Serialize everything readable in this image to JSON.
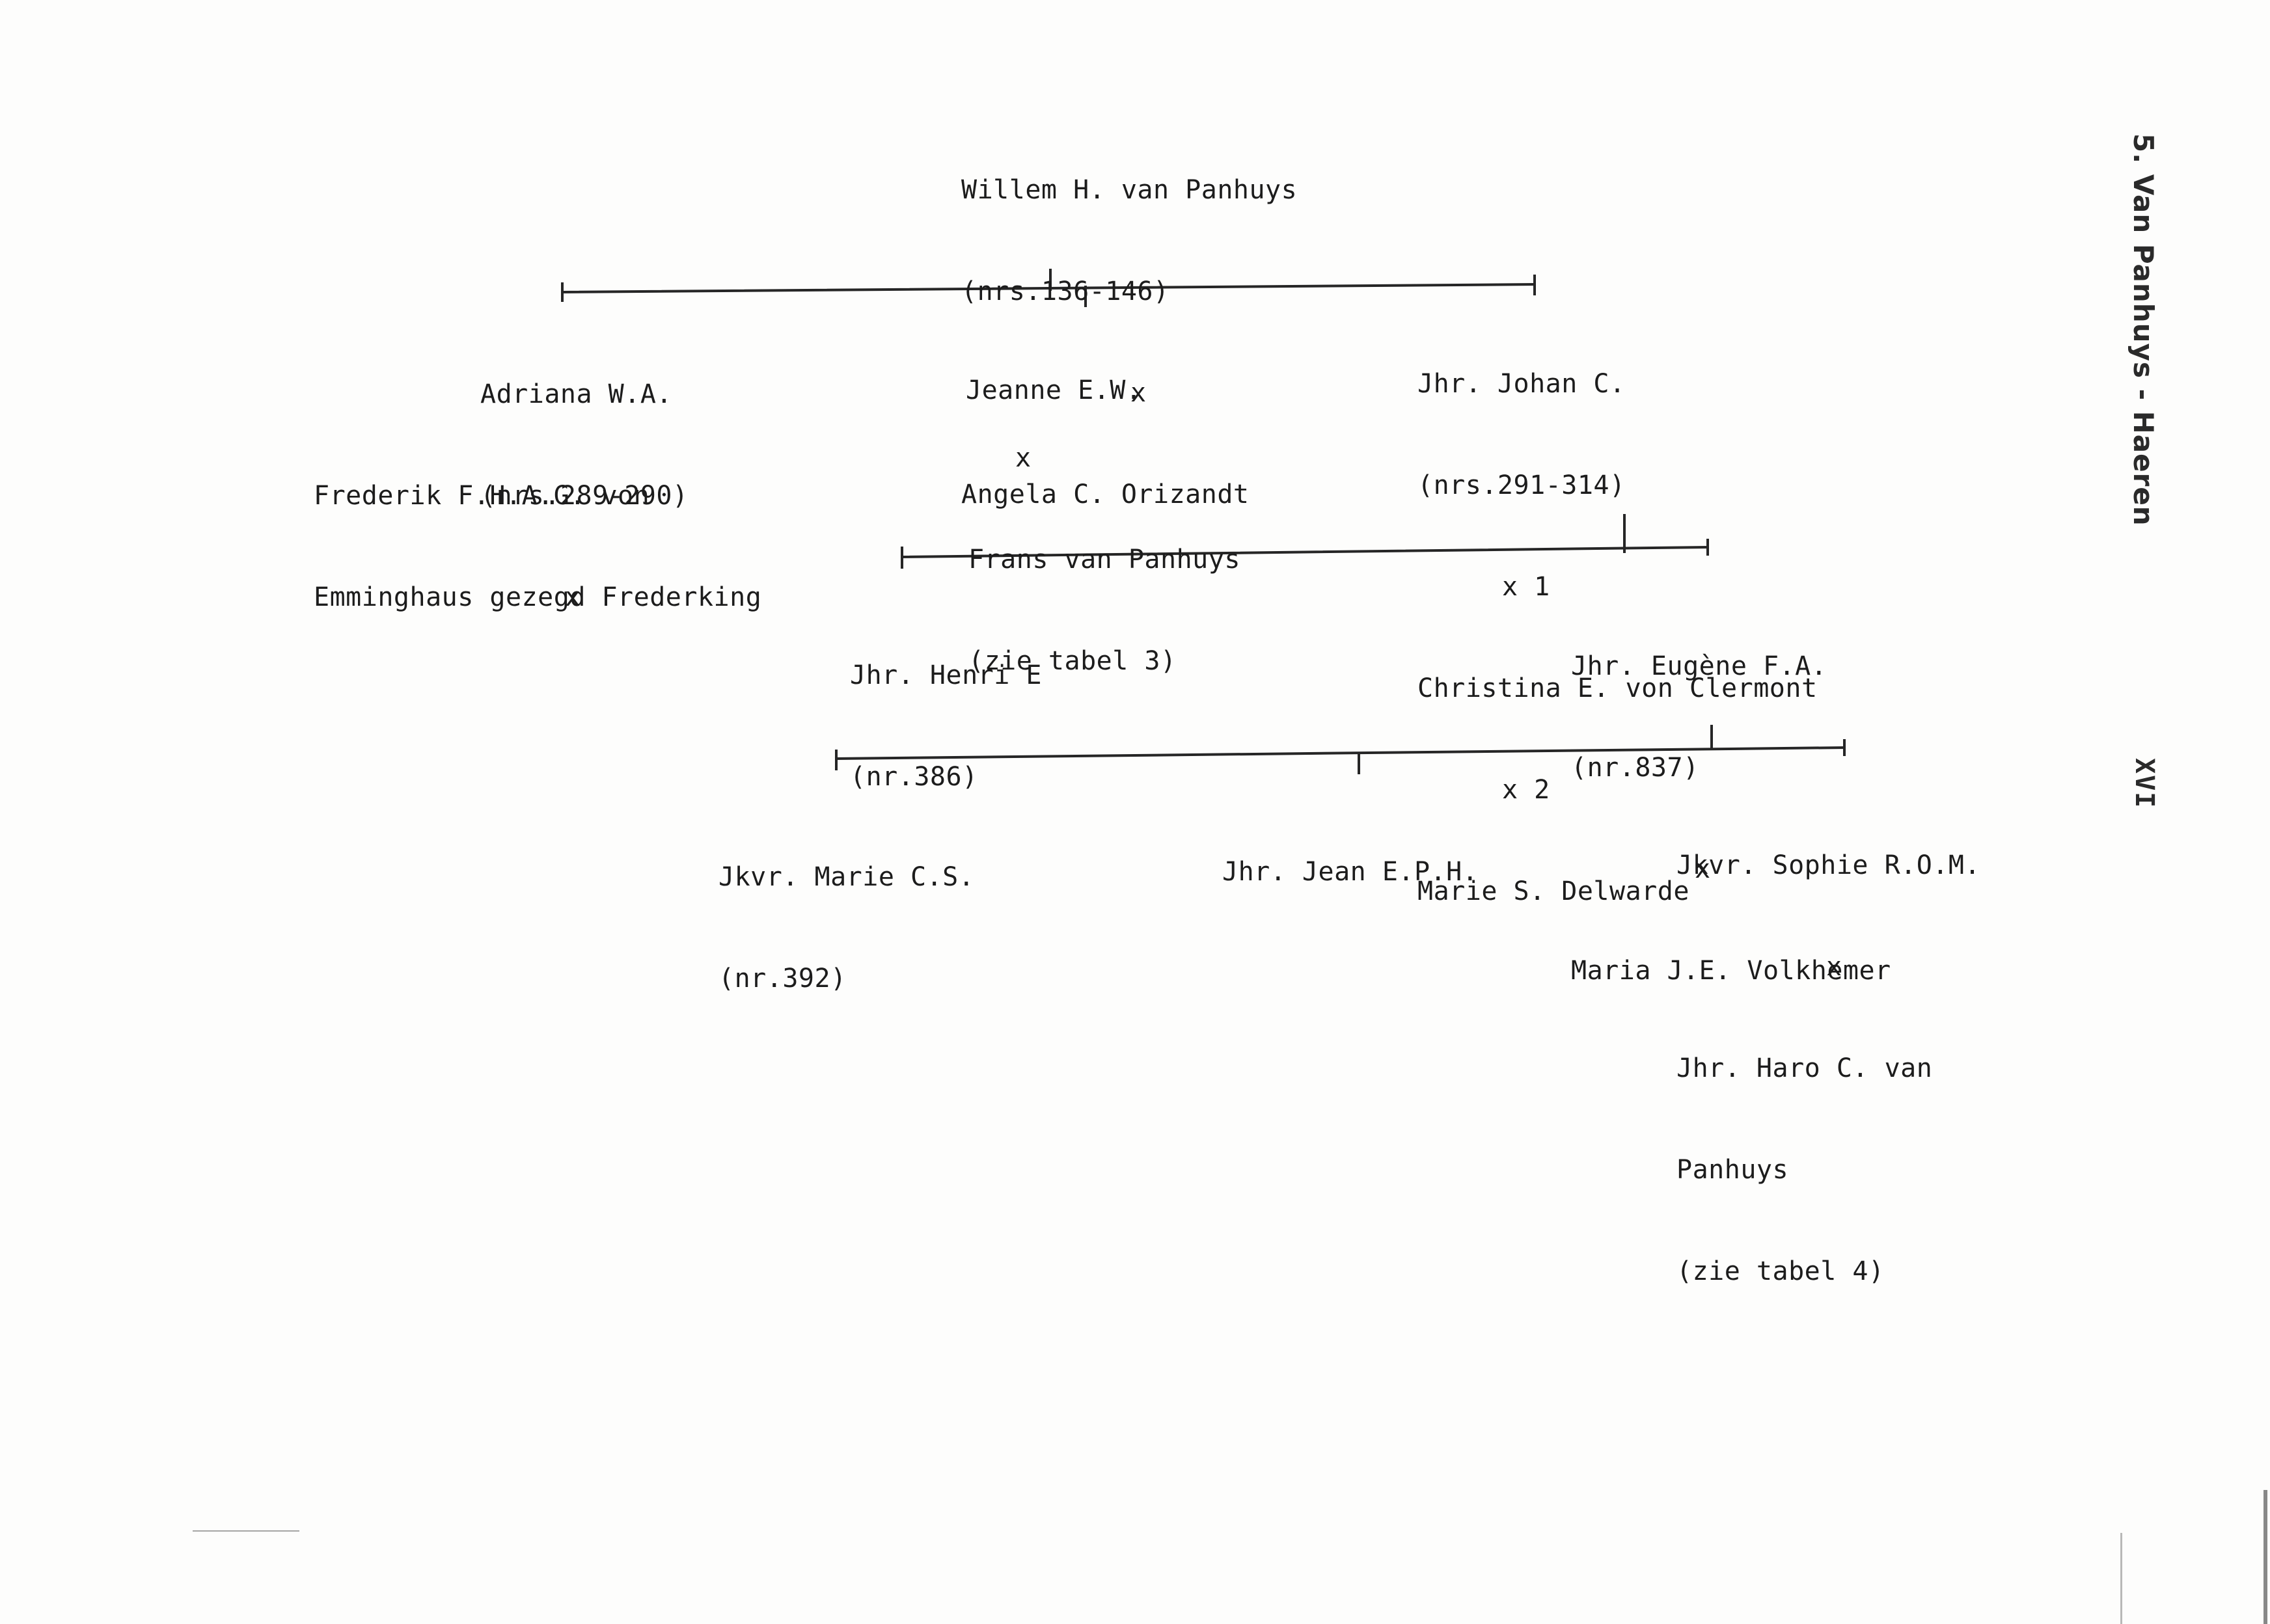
{
  "side": {
    "title": "5. Van Panhuys - Haeren",
    "table_number": "XVI"
  },
  "gen1": {
    "name": "Willem H. van Panhuys",
    "refs": "(nrs.136-146)",
    "marriage": "x",
    "spouse": "Angela C. Orizandt"
  },
  "gen2": {
    "adriana": {
      "name": "Adriana W.A.",
      "refs": "(nrs.289-290)",
      "marriage": "x",
      "spouse_line1": "Frederik F.H.A.G. von",
      "spouse_line2": "Emminghaus gezegd Frederking"
    },
    "jeanne": {
      "name": "Jeanne E.W.",
      "marriage": "x",
      "spouse": "Frans van Panhuys",
      "note": "(zie tabel 3)"
    },
    "johan": {
      "name": "Jhr. Johan C.",
      "refs": "(nrs.291-314)",
      "marriage1": "x 1",
      "spouse1": "Christina E. von Clermont",
      "marriage2": "x 2",
      "spouse2": "Marie S. Delwarde"
    }
  },
  "gen3": {
    "henri": {
      "name": "Jhr. Henri E",
      "refs": "(nr.386)"
    },
    "eugene": {
      "name": "Jhr. Eugène F.A.",
      "refs": "(nr.837)",
      "marriage": "x",
      "spouse": "Maria J.E. Volkhemer"
    }
  },
  "gen4": {
    "marie": {
      "name": "Jkvr. Marie C.S.",
      "refs": "(nr.392)"
    },
    "jean": {
      "name": "Jhr. Jean E.P.H."
    },
    "sophie": {
      "name": "Jkvr. Sophie R.O.M.",
      "marriage": "x",
      "spouse_line1": "Jhr. Haro C. van",
      "spouse_line2": "Panhuys",
      "note": "(zie tabel 4)"
    }
  }
}
